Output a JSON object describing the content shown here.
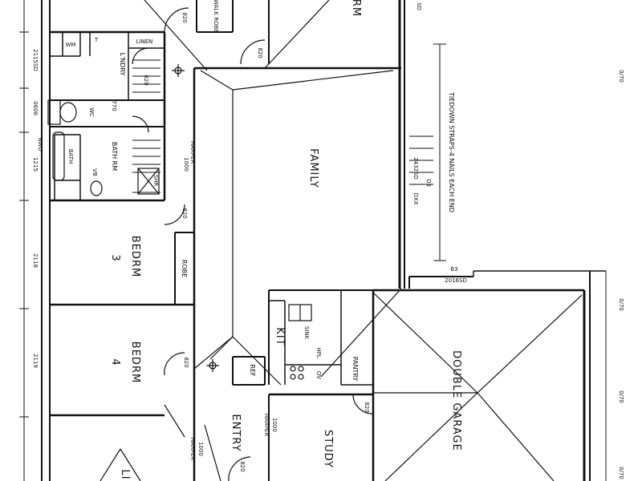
{
  "rooms": {
    "family": "FAMILY",
    "bedroom3": "BEDRM",
    "bedroom3_num": "3",
    "bedroom4": "BEDRM",
    "bedroom4_num": "4",
    "robe": "ROBE",
    "kitchen": "KIT",
    "pantry": "PANTRY",
    "ref": "REF",
    "entry": "ENTRY",
    "study": "STUDY",
    "garage": "DOUBLE GARAGE",
    "laundry": "L'NDRY",
    "linen": "LINEN",
    "wm": "WM",
    "tub": "T",
    "wc": "WC",
    "bath": "BATH",
    "bathroom": "BATH RM",
    "vb": "VB",
    "shr": "SHR",
    "walk_robe": "WALK ROBE",
    "master_bed": "RM",
    "sink": "SINK",
    "hpl": "HPL",
    "ov": "OV",
    "partial_room": "LI"
  },
  "dims": {
    "d820_top": "820",
    "d820_mid": "820",
    "d820_bed3": "820",
    "d820_bed4": "820",
    "d820_garage": "820",
    "d820_entry": "820",
    "d770": "770",
    "d620": "620",
    "w2115": "2115SD",
    "w0606": "0606",
    "w1215": "1215",
    "w2118": "2118",
    "w2119": "2119",
    "w2432": "2432SD",
    "w2016": "2016SD",
    "dxx": "DXX",
    "d1000_a": "1000",
    "d1000_b": "1000",
    "d1000_c": "1000",
    "harper_a": "HARPER",
    "harper_b": "HARPER",
    "harper_c": "HARPER",
    "nwd": "NWD",
    "b3": "B3",
    "d03": "D3",
    "sd": "SD",
    "edge_a": "0/70",
    "edge_b": "0/70",
    "edge_c": "0/70",
    "edge_d": "0/70"
  },
  "notes": {
    "tiedown": "TIEDOWN STRAPS-4 NAILS EACH END"
  }
}
